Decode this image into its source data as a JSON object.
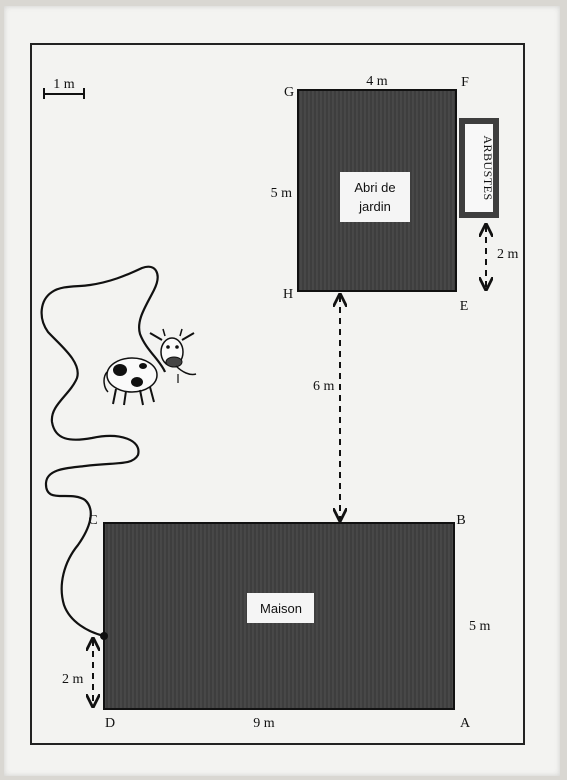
{
  "scale_bar": {
    "label": "1 m"
  },
  "shed": {
    "label_line1": "Abri de",
    "label_line2": "jardin",
    "width_label": "4 m",
    "height_label": "5 m",
    "corners": {
      "g": "G",
      "f": "F",
      "h": "H",
      "e": "E"
    }
  },
  "shrubs": {
    "label": "ARBUSTES",
    "gap_label": "2 m"
  },
  "between": {
    "label": "6 m"
  },
  "house": {
    "label": "Maison",
    "width_label": "9 m",
    "height_label": "5 m",
    "corners": {
      "c": "C",
      "b": "B",
      "d": "D",
      "a": "A"
    }
  },
  "rope": {
    "gap_label": "2 m"
  },
  "colors": {
    "building_fill": "#3e3e3e",
    "paper": "#f3f3f1",
    "ink": "#111111"
  }
}
